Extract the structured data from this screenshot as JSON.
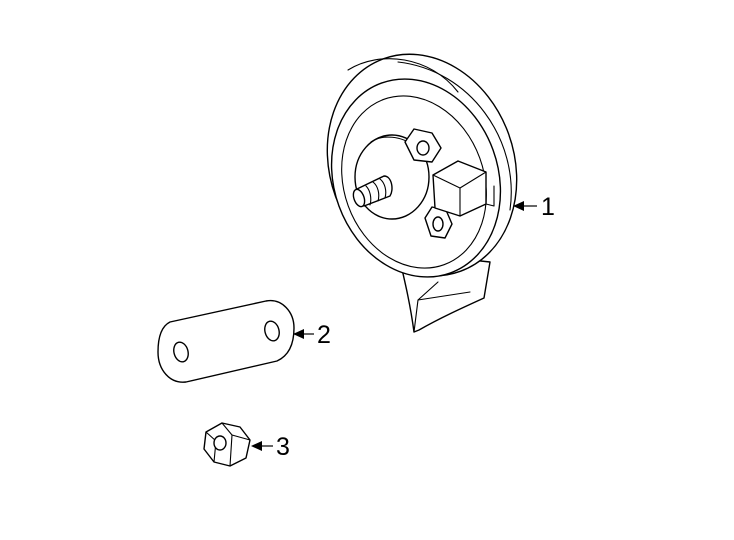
{
  "callouts": [
    {
      "id": "horn",
      "number": "1"
    },
    {
      "id": "spacer",
      "number": "2"
    },
    {
      "id": "nut",
      "number": "3"
    }
  ],
  "colors": {
    "line": "#000000",
    "background": "#ffffff"
  }
}
